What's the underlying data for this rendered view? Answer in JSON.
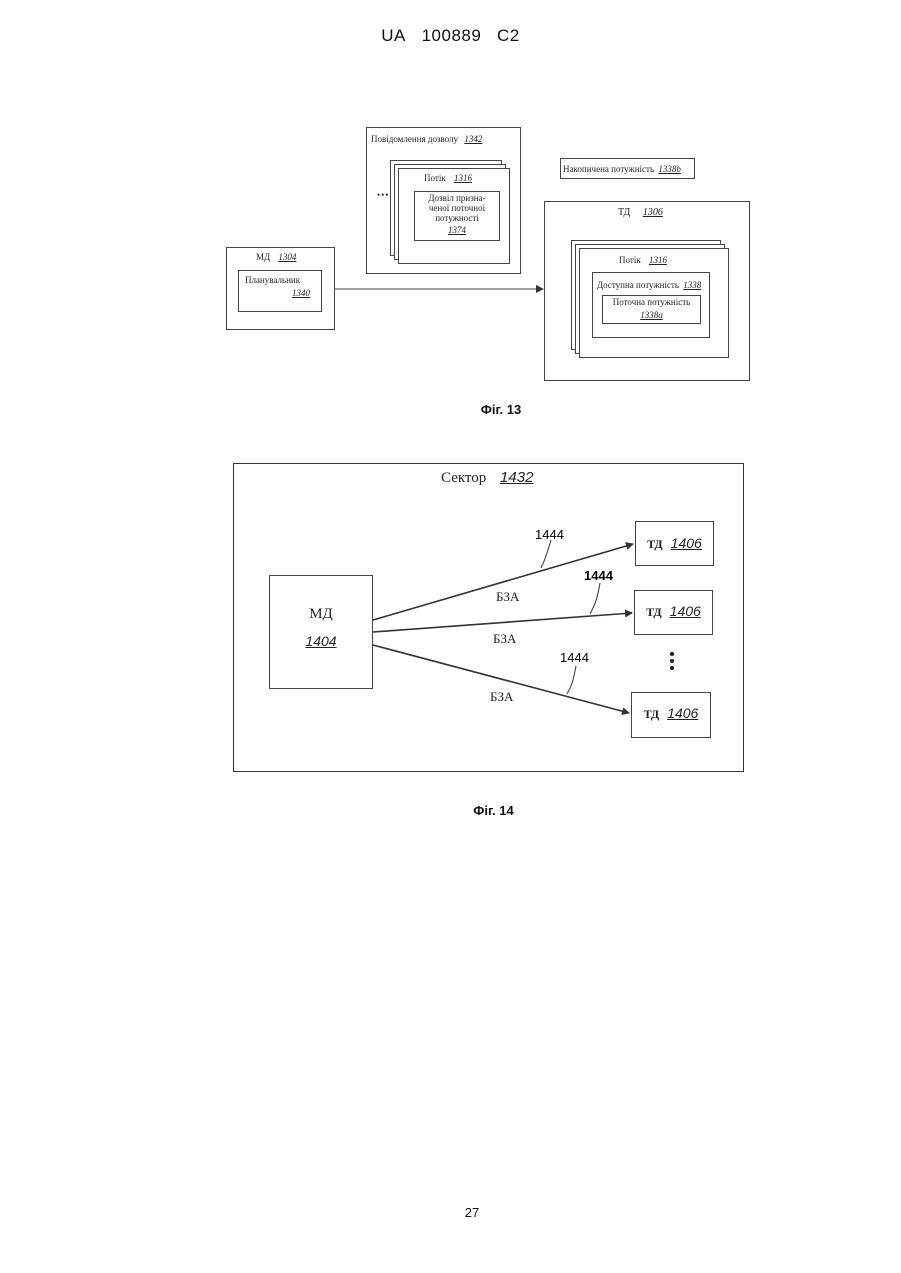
{
  "header": {
    "country": "UA",
    "patent_number": "100889",
    "kind": "C2"
  },
  "fig13": {
    "caption": "Фіг. 13",
    "grant_msg": {
      "label": "Повідомлення дозволу",
      "ref": "1342"
    },
    "grant_flow": {
      "label": "Потік",
      "ref": "1316"
    },
    "grant_alloc": {
      "line1": "Дозвіл призна-",
      "line2": "ченої поточної",
      "line3": "потужності",
      "ref": "1374"
    },
    "accum_power": {
      "label": "Накопичена потужність",
      "ref": "1338b"
    },
    "md": {
      "label": "МД",
      "ref": "1304"
    },
    "scheduler": {
      "label": "Планувальник",
      "ref": "1340"
    },
    "td": {
      "label": "ТД",
      "ref": "1306"
    },
    "td_flow": {
      "label": "Потік",
      "ref": "1316"
    },
    "avail_power": {
      "label": "Доступна потужність",
      "ref": "1338"
    },
    "current_power": {
      "label": "Поточна потужність",
      "ref": "1338a"
    }
  },
  "fig14": {
    "caption": "Фіг. 14",
    "sector": {
      "label": "Сектор",
      "ref": "1432"
    },
    "md": {
      "label": "МД",
      "ref": "1404"
    },
    "td_label": "ТД",
    "td_ref": "1406",
    "link_ref": "1444",
    "link_label": "БЗА"
  },
  "page_number": "27"
}
